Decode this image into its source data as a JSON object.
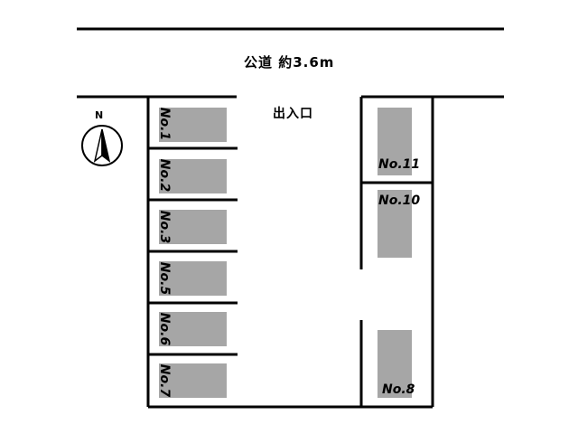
{
  "road": {
    "label": "公道 約3.6m"
  },
  "entrance": {
    "label": "出入口"
  },
  "compass": {
    "north_label": "N",
    "icon": "north-arrow-icon"
  },
  "lots": {
    "no1": "No.1",
    "no2": "No.2",
    "no3": "No.3",
    "no5": "No.5",
    "no6": "No.6",
    "no7": "No.7",
    "no11": "No.11",
    "no10": "No.10",
    "no8": "No.8"
  },
  "colors": {
    "space_fill": "#a6a6a6",
    "line": "#000000"
  }
}
